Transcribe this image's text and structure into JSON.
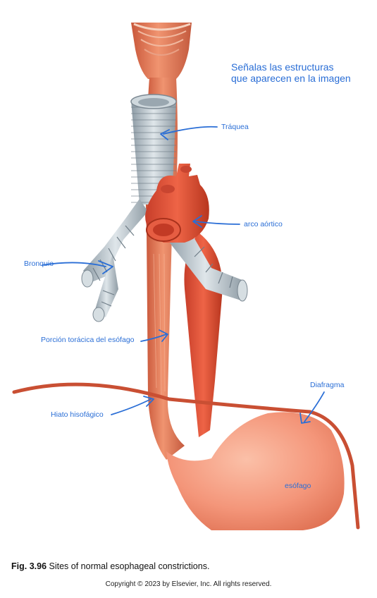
{
  "header": {
    "line1": "Señalas las estructuras",
    "line2": "que aparecen en la imagen"
  },
  "labels": {
    "trachea": "Tráquea",
    "aortic_arch": "arco aórtico",
    "bronchus": "Bronquio",
    "thoracic_esophagus": "Porción torácica del esófago",
    "diaphragm": "Diafragma",
    "hiatus": "Hiato hisofágico",
    "stomach": "esófago"
  },
  "caption": {
    "number": "Fig. 3.96",
    "text": "Sites of normal esophageal constrictions."
  },
  "copyright": "Copyright © 2023 by Elsevier, Inc. All rights reserved.",
  "colors": {
    "annotation": "#2a6ed6",
    "muscle": "#e07856",
    "aorta": "#e8573c",
    "trachea": "#b7c4cc",
    "stomach": "#f39a80"
  }
}
